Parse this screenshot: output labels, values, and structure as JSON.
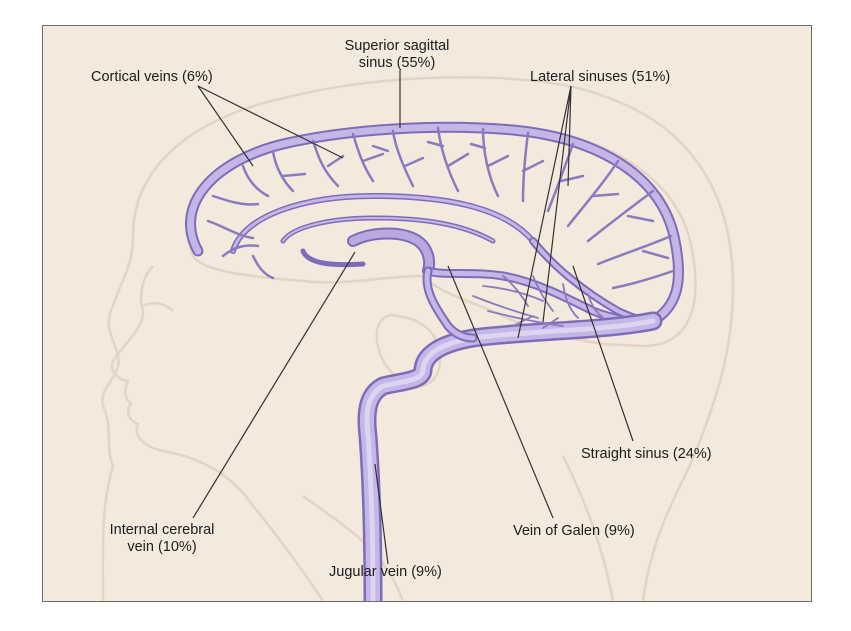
{
  "labels": {
    "superior_sagittal_l1": "Superior sagittal",
    "superior_sagittal_l2": "sinus (55%)",
    "cortical_veins": "Cortical veins (6%)",
    "lateral_sinuses": "Lateral sinuses (51%)",
    "straight_sinus": "Straight sinus (24%)",
    "internal_cerebral_l1": "Internal cerebral",
    "internal_cerebral_l2": "vein (10%)",
    "vein_of_galen": "Vein of Galen (9%)",
    "jugular_vein": "Jugular vein (9%)"
  },
  "colors": {
    "background": "#f3e9dc",
    "vein_fill": "#b9a9df",
    "vein_stroke": "#7f6cb8",
    "outline": "#e6d6c6",
    "leader_line": "#333333"
  }
}
